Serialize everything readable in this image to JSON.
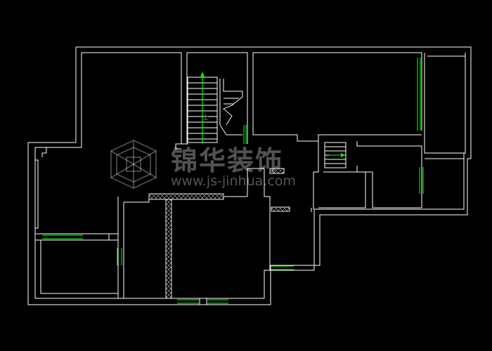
{
  "drawing": {
    "background_color": "#000000",
    "wall_color": "#ffffff",
    "window_color": "#00ff00",
    "stair_arrow_color": "#00ff00",
    "stair_marker": "上"
  },
  "watermark": {
    "brand_cn": "锦华装饰",
    "url": "www.js-jinhua.com",
    "logo_icon": "cube-logo-icon"
  }
}
